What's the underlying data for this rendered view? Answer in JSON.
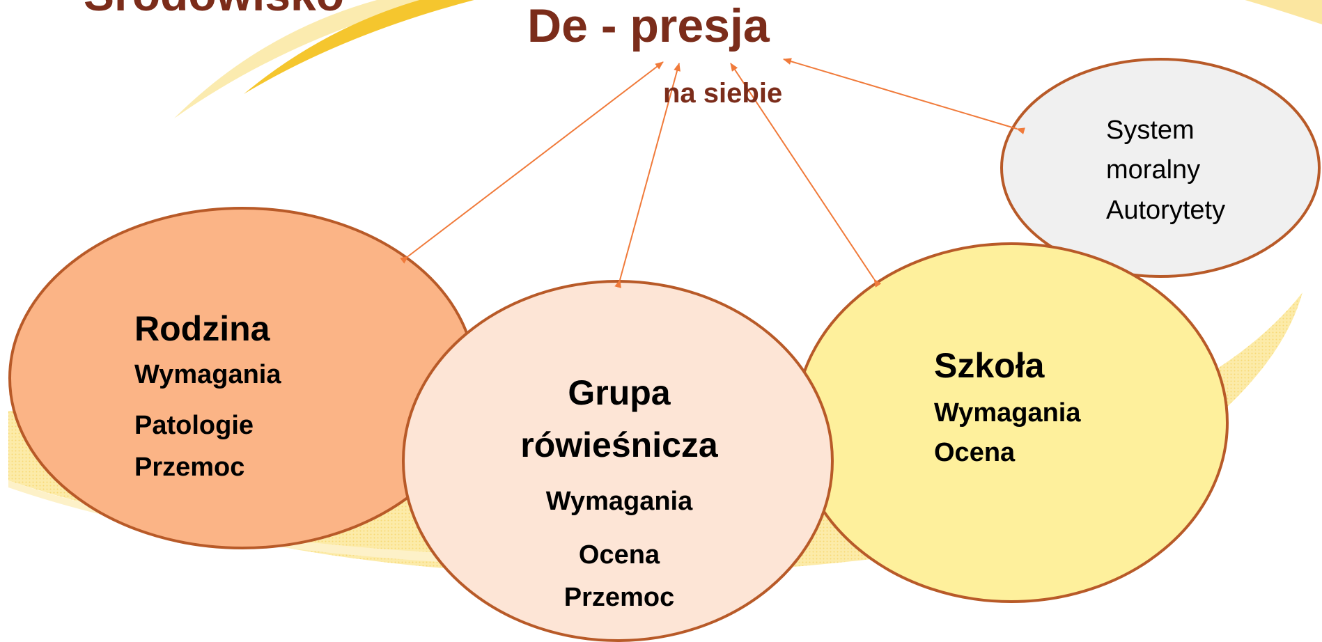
{
  "slide": {
    "partial_title": "Środowisko",
    "title": "De  - presja",
    "subtitle": "na siebie"
  },
  "nodes": {
    "rodzina": {
      "name": "Rodzina",
      "items": [
        "Wymagania",
        "Patologie",
        "Przemoc"
      ]
    },
    "grupa": {
      "name_line1": "Grupa",
      "name_line2": "rówieśnicza",
      "items": [
        "Wymagania",
        "Ocena",
        "Przemoc"
      ]
    },
    "szkola": {
      "name": "Szkoła",
      "items": [
        "Wymagania",
        "Ocena"
      ]
    },
    "system": {
      "lines": [
        "System",
        "moralny",
        "Autorytety"
      ]
    }
  },
  "colors": {
    "title": "#7B2C1A",
    "ellipse_stroke": "#B85A28",
    "arrow": "#F07A3A",
    "rodzina_fill": "#FBB486",
    "grupa_fill": "#FDE5D6",
    "szkola_fill": "#FEF09C",
    "system_fill": "#F0F0F0",
    "swoosh": "#F7C833"
  }
}
